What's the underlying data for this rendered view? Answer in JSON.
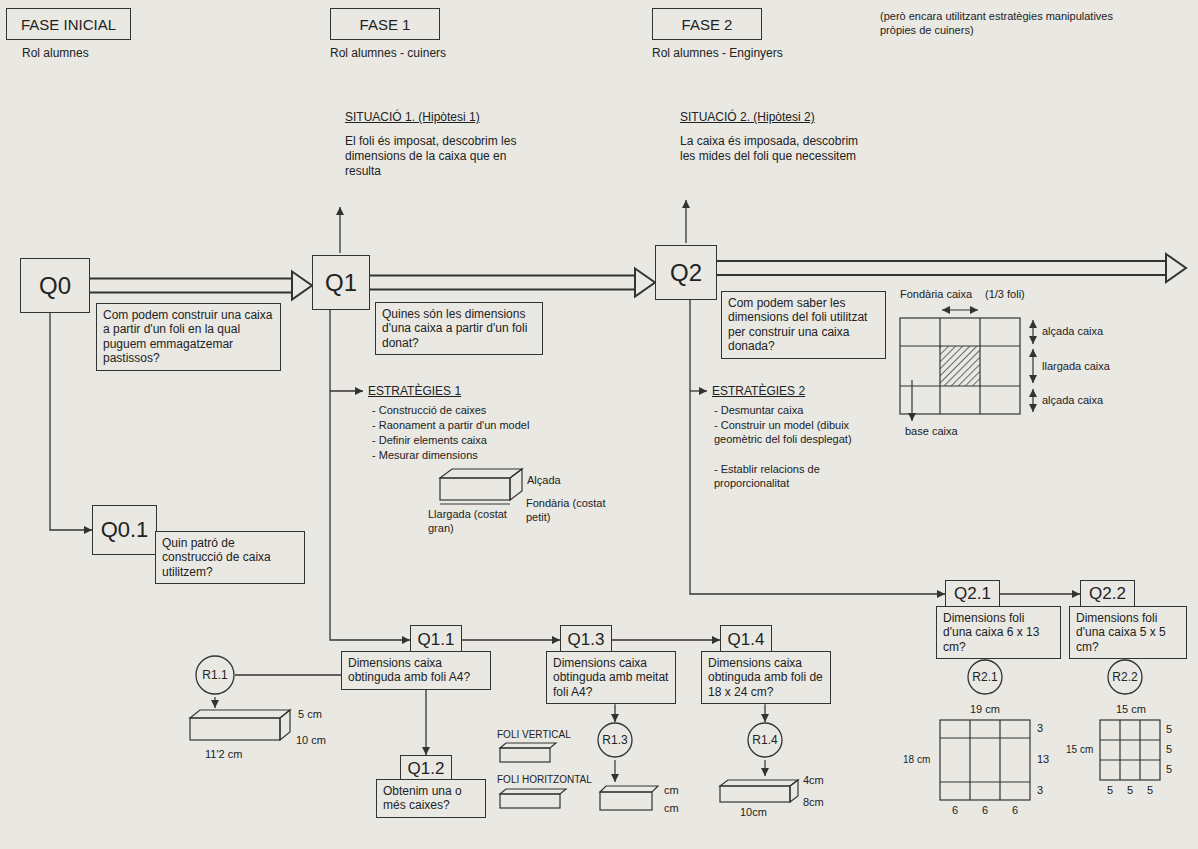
{
  "diagram": {
    "nodes": [
      {
        "text": [
          "FASE INICIAL"
        ]
      },
      {
        "text": [
          "FASE 1"
        ]
      },
      {
        "text": [
          "FASE 2"
        ]
      },
      {
        "text": [
          "Q0",
          "Com podem construir una caixa a partir d'un foli en la qual puguem emmagatzemar pastissos?"
        ]
      },
      {
        "text": [
          "Q0.1",
          "Quin patró de construcció de caixa utilitzem?"
        ]
      },
      {
        "text": [
          "Q1",
          "Quines són les dimensions d'una caixa a partir d'un foli donat?"
        ]
      },
      {
        "text": [
          "Q2",
          "Com podem saber les dimensions del foli utilitzat per construir una caixa donada?"
        ]
      },
      {
        "text": [
          "Q1.1",
          "Dimensions caixa obtinguda amb foli A4?"
        ]
      },
      {
        "text": [
          "Q1.3",
          "Dimensions caixa obtinguda amb meitat foli A4?"
        ]
      },
      {
        "text": [
          "Q1.4",
          "Dimensions caixa obtinguda amb foli de 18 x 24 cm?"
        ]
      },
      {
        "text": [
          "Q2.1",
          "Dimensions foli d'una caixa 6 x 13 cm?"
        ]
      },
      {
        "text": [
          "Q2.2",
          "Dimensions foli d'una caixa 5 x 5 cm?"
        ]
      },
      {
        "text": [
          "R1.1"
        ]
      },
      {
        "text": [
          "Q1.2",
          "Obtenim una o més caixes?"
        ]
      },
      {
        "text": [
          "R1.3"
        ]
      },
      {
        "text": [
          "R1.4"
        ]
      },
      {
        "text": [
          "R2.1"
        ]
      },
      {
        "text": [
          "R2.2"
        ]
      }
    ],
    "edges": [
      {
        "from": 3,
        "to": 5,
        "arrow": "to"
      },
      {
        "from": 5,
        "to": 6,
        "arrow": "to"
      },
      {
        "from": 3,
        "to": 4,
        "arrow": "to"
      },
      {
        "from": 5,
        "to": 7,
        "arrow": "to"
      },
      {
        "from": 7,
        "to": 8,
        "arrow": "to"
      },
      {
        "from": 8,
        "to": 9,
        "arrow": "to"
      },
      {
        "from": 7,
        "to": 13,
        "arrow": "to"
      },
      {
        "from": 12,
        "to": 7,
        "arrow": "none"
      },
      {
        "from": 8,
        "to": 14,
        "arrow": "to"
      },
      {
        "from": 9,
        "to": 15,
        "arrow": "to"
      },
      {
        "from": 6,
        "to": 10,
        "arrow": "to"
      },
      {
        "from": 10,
        "to": 11,
        "arrow": "to"
      },
      {
        "from": 10,
        "to": 16,
        "arrow": "to"
      },
      {
        "from": 11,
        "to": 17,
        "arrow": "to"
      }
    ],
    "labels": [
      "Rol alumnes",
      "Rol alumnes - cuiners",
      "Rol alumnes - Enginyers",
      "(però encara utilitzant estratègies manipulatives pròpies de cuiners)",
      "SITUACIÓ 1. (Hipòtesi 1)",
      "El foli és imposat, descobrim les dimensions de la caixa que en resulta",
      "SITUACIÓ 2. (Hipòtesi 2)",
      "La caixa és imposada, descobrim les mides del foli que necessitem",
      "ESTRATÈGIES 1",
      "- Construcció de caixes",
      "- Raonament a partir d'un model",
      "- Definir elements caixa",
      "- Mesurar dimensions",
      "Alçada",
      "Fondària (costat petit)",
      "Llargada (costat gran)",
      "ESTRATÈGIES 2",
      "- Desmuntar caixa",
      "- Construir un model (dibuix geomètric del foli desplegat)",
      "- Establir relacions de proporcionalitat",
      "Fondària caixa",
      "(1/3 foli)",
      "alçada caixa",
      "llargada caixa",
      "alçada caixa",
      "base caixa",
      "5 cm",
      "10 cm",
      "11'2 cm",
      "FOLI VERTICAL",
      "FOLI HORITZONTAL",
      "cm",
      "cm",
      "4cm",
      "8cm",
      "10cm",
      "19 cm",
      "18 cm",
      "3",
      "13",
      "3",
      "6",
      "6",
      "6",
      "15 cm",
      "15 cm",
      "5",
      "5",
      "5",
      "5",
      "5",
      "5"
    ]
  }
}
